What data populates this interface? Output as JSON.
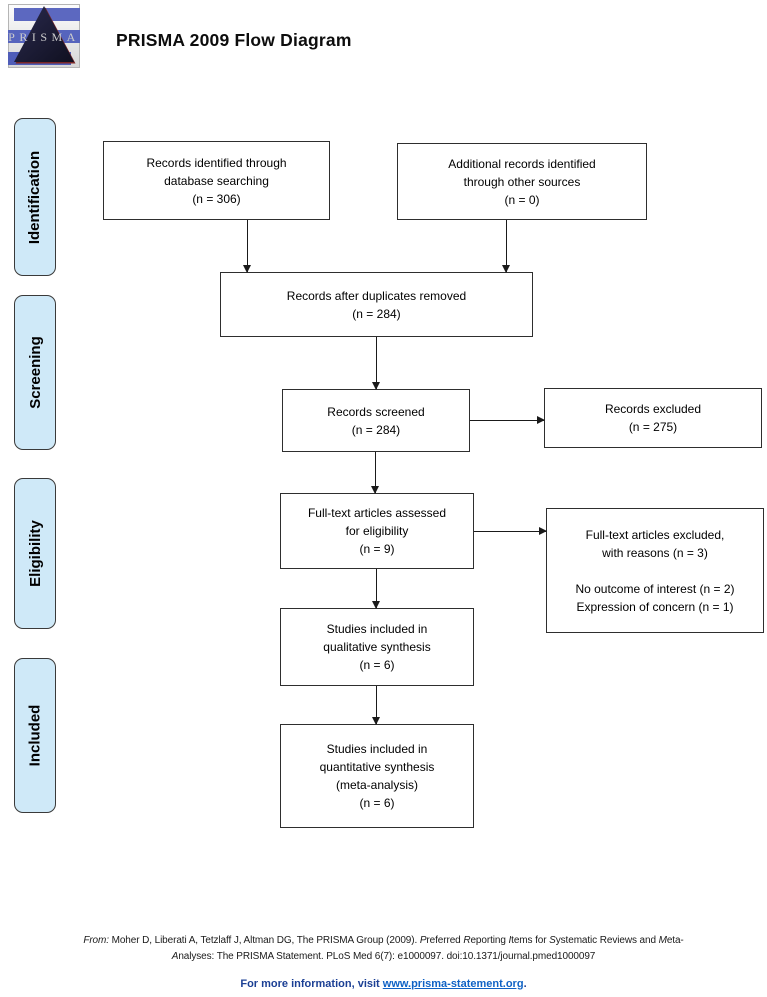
{
  "header": {
    "title": "PRISMA 2009 Flow Diagram",
    "logo_text": "PRISMA"
  },
  "stages": [
    {
      "label": "Identification"
    },
    {
      "label": "Screening"
    },
    {
      "label": "Eligibility"
    },
    {
      "label": "Included"
    }
  ],
  "flow": {
    "identified_database": "Records identified through\ndatabase searching\n(n = 306)",
    "identified_other": "Additional records identified\nthrough other sources\n(n = 0)",
    "after_duplicates": "Records after duplicates removed\n(n = 284)",
    "screened": "Records screened\n(n = 284)",
    "records_excluded": "Records excluded\n(n = 275)",
    "fulltext_assessed": "Full-text articles assessed\nfor eligibility\n(n = 9)",
    "fulltext_excluded": "Full-text articles excluded,\nwith reasons (n = 3)\n\nNo outcome of interest (n = 2)\nExpression of concern (n = 1)",
    "qualitative": "Studies included in\nqualitative synthesis\n(n = 6)",
    "quantitative": "Studies included in\nquantitative synthesis\n(meta-analysis)\n(n = 6)"
  },
  "footer": {
    "citation_segments": [
      {
        "text": "From:",
        "italic": true
      },
      {
        "text": "  Moher D, Liberati A, Tetzlaff J, Altman DG, The PRISMA Group (2009). ",
        "italic": false
      },
      {
        "text": "P",
        "italic": true
      },
      {
        "text": "referred ",
        "italic": false
      },
      {
        "text": "R",
        "italic": true
      },
      {
        "text": "eporting ",
        "italic": false
      },
      {
        "text": "I",
        "italic": true
      },
      {
        "text": "tems for ",
        "italic": false
      },
      {
        "text": "S",
        "italic": true
      },
      {
        "text": "ystematic Reviews and ",
        "italic": false
      },
      {
        "text": "M",
        "italic": true
      },
      {
        "text": "eta-\n",
        "italic": false
      },
      {
        "text": "A",
        "italic": true
      },
      {
        "text": "nalyses: The PRISMA Statement. PLoS Med 6(7): e1000097. doi:10.1371/journal.pmed1000097",
        "italic": false
      }
    ],
    "info_prefix": "For more information, visit ",
    "info_link": "www.prisma-statement.org",
    "info_suffix": "."
  },
  "colors": {
    "stage_fill": "#cfe9f8",
    "stage_border": "#3a3a3a",
    "box_border": "#2e2e2e",
    "arrow": "#1a1a1a",
    "info_text_blue": "#1b3f94",
    "link_blue": "#0f62c5",
    "logo_bar_blue": "#5c68c0",
    "logo_triangle": "#1d1d38"
  }
}
